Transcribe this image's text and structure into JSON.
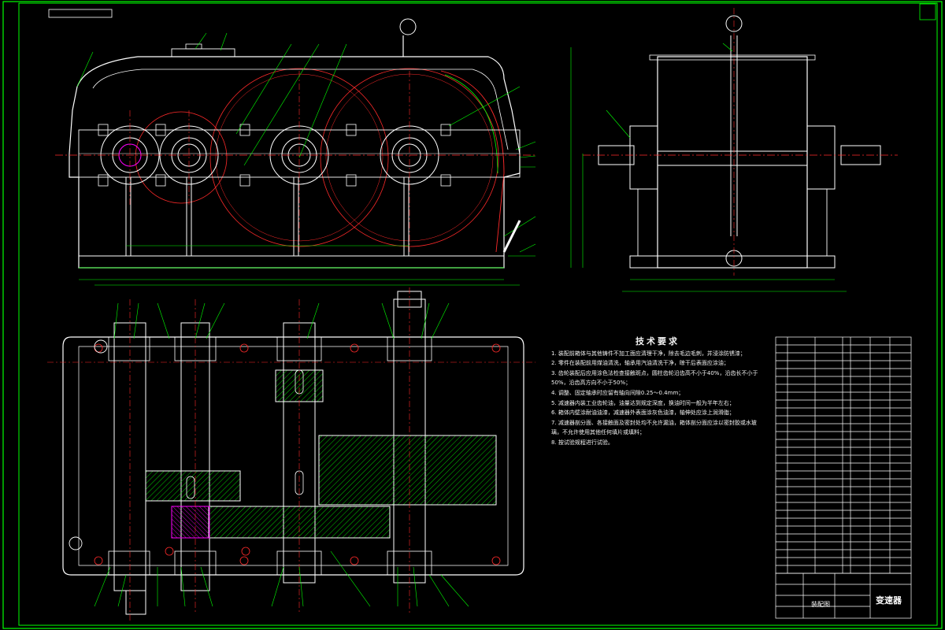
{
  "colors": {
    "background": "#000000",
    "outline": "#ffffff",
    "frame": "#00ff00",
    "centerline": "#ff2a2a",
    "hatch": "#00ff00",
    "accent": "#ff00ff",
    "yellow": "#ffff00"
  },
  "notes": {
    "title": "技术要求",
    "items": [
      "1. 装配前箱体与其他铸件不加工面应清理干净，除去毛边毛刺，并浸涂防锈漆；",
      "2. 零件在装配前用煤油清洗，轴承用汽油清洗干净，晾干后表面应涂油；",
      "3. 齿轮装配后应用涂色法检查接触斑点，圆柱齿轮沿齿高不小于40%，沿齿长不小于50%，沿齿高方向不小于50%；",
      "4. 调整、固定轴承时应留有轴向间隙0.25～0.4mm；",
      "5. 减速器内装工业齿轮油，油量达到规定深度，换油时间一般为半年左右；",
      "6. 箱体内壁涂耐油油漆，减速器外表面涂灰色油漆，轴伸处应涂上润滑脂；",
      "7. 减速器剖分面、各接触面及密封处均不允许漏油，箱体剖分面应涂以密封胶或水玻璃，不允许使用其他任何填片或填料；",
      "8. 按试验规程进行试验。"
    ]
  },
  "title_block": {
    "drawing_name": "变速器",
    "material_label": "装配图"
  }
}
